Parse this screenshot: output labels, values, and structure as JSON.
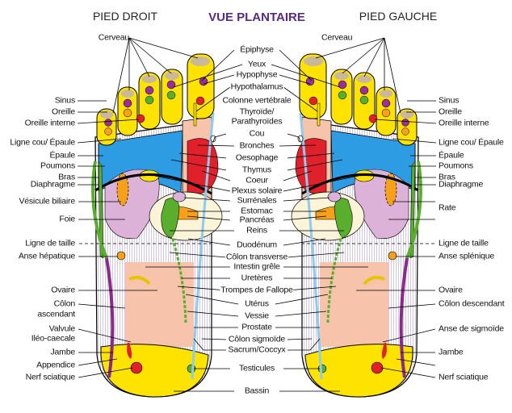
{
  "titles": {
    "right_foot": "PIED DROIT",
    "main": "VUE PLANTAIRE",
    "left_foot": "PIED GAUCHE"
  },
  "left_labels": {
    "cerveau": "Cerveau",
    "sinus": "Sinus",
    "oreille": "Oreille",
    "oreille_interne": "Oreille interne",
    "ligne_cou_epaule": "Ligne cou/ Épaule",
    "epaule": "Épaule",
    "poumons": "Poumons",
    "bras": "Bras",
    "diaphragme": "Diaphragme",
    "vesicule": "Vésicule biliaire",
    "foie": "Foie",
    "ligne_taille": "Ligne de taille",
    "anse_hepatique": "Anse hépatique",
    "ovaire": "Ovaire",
    "colon_asc_1": "Côlon",
    "colon_asc_2": "ascendant",
    "valvule_1": "Valvule",
    "valvule_2": "Iléo-caecale",
    "jambe": "Jambe",
    "appendice": "Appendice",
    "nerf": "Nerf sciatique"
  },
  "center_labels": {
    "epiphyse": "Épiphyse",
    "yeux": "Yeux",
    "hypophyse": "Hypophyse",
    "hypothalamus": "Hypothalamus",
    "colonne": "Colonne vertébrale",
    "thyroide_1": "Thyroïde/",
    "thyroide_2": "Parathyroïdes",
    "cou": "Cou",
    "bronches": "Bronches",
    "oesophage": "Oesophage",
    "thymus": "Thymus",
    "coeur": "Coeur",
    "plexus": "Plexus solaire",
    "surrenales": "Surrénales",
    "estomac": "Estomac",
    "pancreas": "Pancréas",
    "reins": "Reins",
    "duodenum": "Duodénum",
    "colon_transverse": "Côlon transverse",
    "intestin": "Intestin grêle",
    "ureteres": "Uretères",
    "trompes": "Trompes de Fallope",
    "uterus": "Utérus",
    "vessie": "Vessie",
    "prostate": "Prostate",
    "colon_sigmoide": "Côlon sigmoïde",
    "sacrum": "Sacrum/Coccyx",
    "testicules": "Testicules",
    "bassin": "Bassin"
  },
  "right_labels": {
    "cerveau": "Cerveau",
    "sinus": "Sinus",
    "oreille": "Oreille",
    "oreille_interne": "Oreille interne",
    "ligne_cou_epaule": "Ligne cou/ Épaule",
    "epaule": "Épaule",
    "poumons": "Poumons",
    "bras": "Bras",
    "diaphragme": "Diaphragme",
    "rate": "Rate",
    "ligne_taille": "Ligne de taille",
    "anse_splenique": "Anse splénique",
    "ovaire": "Ovaire",
    "colon_desc": "Côlon descendant",
    "anse_sigmoide": "Anse de sigmoïde",
    "jambe": "Jambe",
    "nerf": "Nerf sciatique"
  },
  "colors": {
    "yellow": "#ffe300",
    "blue": "#2e9ce2",
    "red": "#e0202a",
    "peach": "#f7c4ab",
    "lilac": "#dcb2d9",
    "green": "#5aae2e",
    "orange": "#f7a11a",
    "purple": "#8a2b8c",
    "spine": "#8fcaef",
    "title": "#5a2a82"
  }
}
